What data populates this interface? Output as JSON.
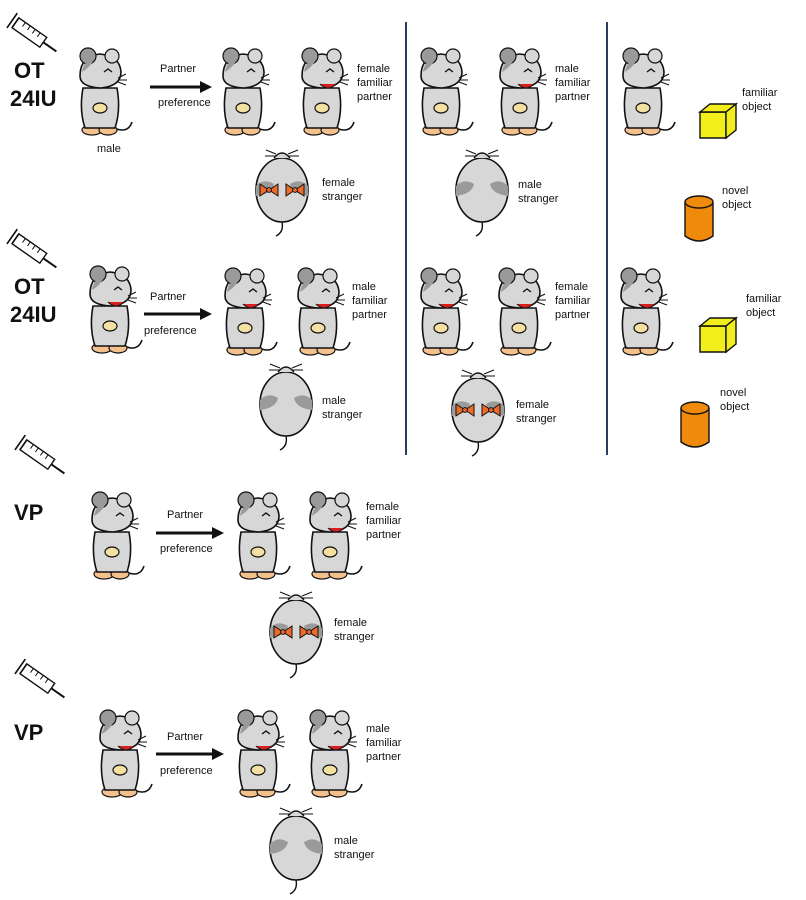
{
  "figure": {
    "rows": [
      {
        "treatment_lines": [
          "OT",
          "24IU"
        ],
        "subject_label": "male",
        "arrow_label_top": "Partner",
        "arrow_label_bottom": "preference",
        "panels": [
          {
            "pair_label": [
              "female",
              "familiar",
              "partner"
            ],
            "stranger_label": [
              "female",
              "stranger"
            ]
          },
          {
            "pair_label": [
              "male",
              "familiar",
              "partner"
            ],
            "stranger_label": [
              "male",
              "stranger"
            ]
          },
          {
            "object_top_label": [
              "familiar",
              "object"
            ],
            "object_bottom_label": [
              "novel",
              "object"
            ]
          }
        ]
      },
      {
        "treatment_lines": [
          "OT",
          "24IU"
        ],
        "arrow_label_top": "Partner",
        "arrow_label_bottom": "preference",
        "panels": [
          {
            "pair_label": [
              "male",
              "familiar",
              "partner"
            ],
            "stranger_label": [
              "male",
              "stranger"
            ]
          },
          {
            "pair_label": [
              "female",
              "familiar",
              "partner"
            ],
            "stranger_label": [
              "female",
              "stranger"
            ]
          },
          {
            "object_top_label": [
              "familiar",
              "object"
            ],
            "object_bottom_label": [
              "novel",
              "object"
            ]
          }
        ]
      },
      {
        "treatment_lines": [
          "VP"
        ],
        "arrow_label_top": "Partner",
        "arrow_label_bottom": "preference",
        "panels": [
          {
            "pair_label": [
              "female",
              "familiar",
              "partner"
            ],
            "stranger_label": [
              "female",
              "stranger"
            ]
          }
        ]
      },
      {
        "treatment_lines": [
          "VP"
        ],
        "arrow_label_top": "Partner",
        "arrow_label_bottom": "preference",
        "panels": [
          {
            "pair_label": [
              "male",
              "familiar",
              "partner"
            ],
            "stranger_label": [
              "male",
              "stranger"
            ]
          }
        ]
      }
    ],
    "colors": {
      "mouse_body": "#d7d7d7",
      "mouse_dark": "#9a9a9a",
      "outline": "#111111",
      "belly_spot": "#f4e0a0",
      "feet": "#f4c08c",
      "smile": "#d42020",
      "bow": "#ee6a2a",
      "cube": "#f2ee1c",
      "cylinder": "#f08a0c",
      "divider": "#2a3f60"
    }
  }
}
